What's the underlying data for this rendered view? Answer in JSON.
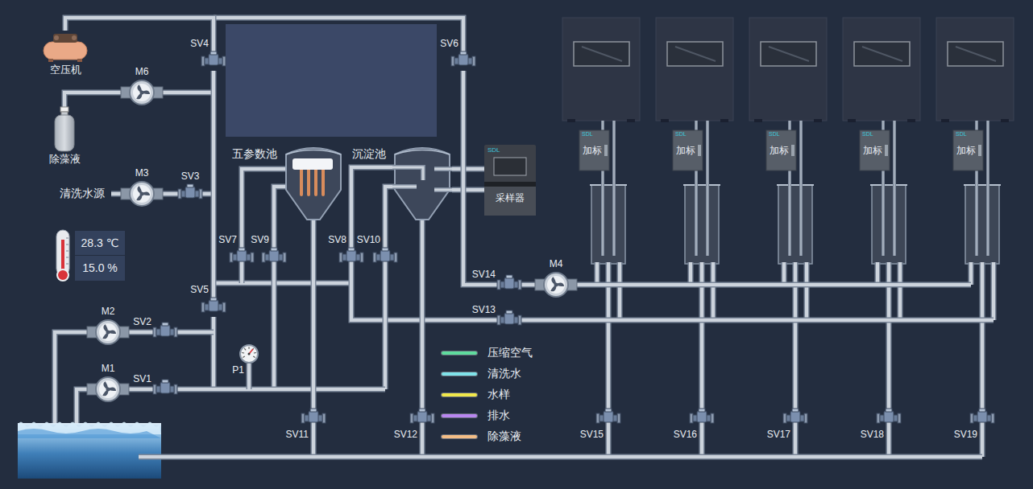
{
  "diagram": {
    "nodes": [
      {
        "text": [
          "空压机"
        ]
      },
      {
        "text": [
          "SV4"
        ]
      },
      {
        "text": [
          "SV6"
        ]
      },
      {
        "text": [
          "M6"
        ]
      },
      {
        "text": [
          "除藻液"
        ]
      },
      {
        "text": [
          "SV3"
        ]
      },
      {
        "text": [
          "M3"
        ]
      },
      {
        "text": [
          "28.3 ℃"
        ]
      },
      {
        "text": [
          "15.0 %"
        ]
      },
      {
        "text": [
          "五参数池"
        ]
      },
      {
        "text": [
          "沉淀池"
        ]
      },
      {
        "text": [
          "SDL",
          "采样器"
        ]
      },
      {
        "text": [
          "SDL",
          "加标"
        ]
      },
      {
        "text": [
          "SDL",
          "加标"
        ]
      },
      {
        "text": [
          "SDL",
          "加标"
        ]
      },
      {
        "text": [
          "SDL",
          "加标"
        ]
      },
      {
        "text": [
          "SDL",
          "加标"
        ]
      },
      {
        "text": [
          "SV7"
        ]
      },
      {
        "text": [
          "SV9"
        ]
      },
      {
        "text": [
          "SV8"
        ]
      },
      {
        "text": [
          "SV10"
        ]
      },
      {
        "text": [
          "SV14"
        ]
      },
      {
        "text": [
          "M4"
        ]
      },
      {
        "text": [
          "SV5"
        ]
      },
      {
        "text": [
          "SV13"
        ]
      },
      {
        "text": [
          "M2"
        ]
      },
      {
        "text": [
          "SV2"
        ]
      },
      {
        "text": [
          "P1"
        ]
      },
      {
        "text": [
          "M1"
        ]
      },
      {
        "text": [
          "SV1"
        ]
      },
      {
        "text": [
          "SV11"
        ]
      },
      {
        "text": [
          "SV12"
        ]
      },
      {
        "text": [
          "SV15"
        ]
      },
      {
        "text": [
          "SV16"
        ]
      },
      {
        "text": [
          "SV17"
        ]
      },
      {
        "text": [
          "SV18"
        ]
      },
      {
        "text": [
          "SV19"
        ]
      }
    ],
    "edges": [
      {
        "from": 4,
        "to": 3,
        "arrow": "none"
      },
      {
        "from": 6,
        "to": 5,
        "arrow": "none"
      },
      {
        "from": 25,
        "to": 26,
        "arrow": "none"
      },
      {
        "from": 28,
        "to": 29,
        "arrow": "none"
      },
      {
        "from": 21,
        "to": 22,
        "arrow": "none"
      },
      {
        "from": 2,
        "to": 21,
        "arrow": "none"
      },
      {
        "from": 0,
        "to": 1,
        "arrow": "none"
      },
      {
        "from": 1,
        "to": 23,
        "arrow": "none"
      }
    ],
    "labels": [
      "清洗水源"
    ],
    "legend": [
      {
        "text": "压缩空气",
        "color": "#5fdc9e"
      },
      {
        "text": "清洗水",
        "color": "#7fe3ea"
      },
      {
        "text": "水样",
        "color": "#f2e84a"
      },
      {
        "text": "排水",
        "color": "#b886f0"
      },
      {
        "text": "除藻液",
        "color": "#f3bd86"
      }
    ]
  }
}
